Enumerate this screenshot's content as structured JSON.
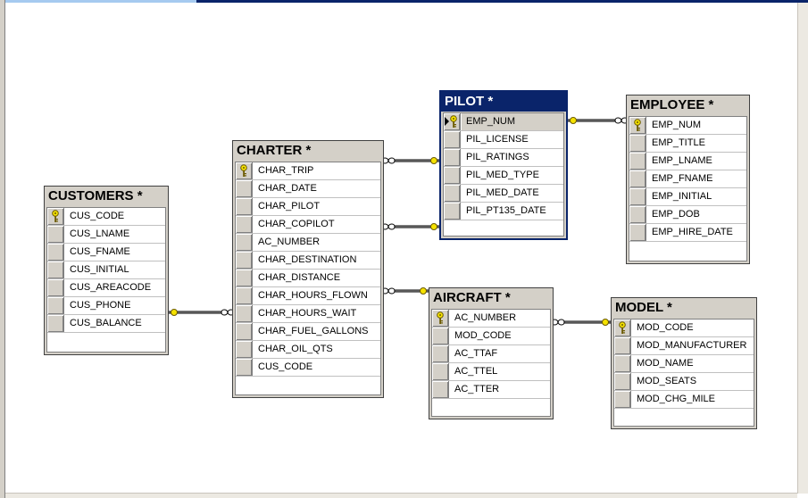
{
  "tables": {
    "customers": {
      "title": "CUSTOMERS *",
      "columns": [
        {
          "name": "CUS_CODE",
          "key": true
        },
        {
          "name": "CUS_LNAME"
        },
        {
          "name": "CUS_FNAME"
        },
        {
          "name": "CUS_INITIAL"
        },
        {
          "name": "CUS_AREACODE"
        },
        {
          "name": "CUS_PHONE"
        },
        {
          "name": "CUS_BALANCE"
        }
      ]
    },
    "charter": {
      "title": "CHARTER *",
      "columns": [
        {
          "name": "CHAR_TRIP",
          "key": true
        },
        {
          "name": "CHAR_DATE"
        },
        {
          "name": "CHAR_PILOT"
        },
        {
          "name": "CHAR_COPILOT"
        },
        {
          "name": "AC_NUMBER"
        },
        {
          "name": "CHAR_DESTINATION"
        },
        {
          "name": "CHAR_DISTANCE"
        },
        {
          "name": "CHAR_HOURS_FLOWN"
        },
        {
          "name": "CHAR_HOURS_WAIT"
        },
        {
          "name": "CHAR_FUEL_GALLONS"
        },
        {
          "name": "CHAR_OIL_QTS"
        },
        {
          "name": "CUS_CODE"
        }
      ]
    },
    "pilot": {
      "title": "PILOT *",
      "selected": true,
      "columns": [
        {
          "name": "EMP_NUM",
          "key": true,
          "current": true
        },
        {
          "name": "PIL_LICENSE"
        },
        {
          "name": "PIL_RATINGS"
        },
        {
          "name": "PIL_MED_TYPE"
        },
        {
          "name": "PIL_MED_DATE"
        },
        {
          "name": "PIL_PT135_DATE"
        }
      ]
    },
    "employee": {
      "title": "EMPLOYEE *",
      "columns": [
        {
          "name": "EMP_NUM",
          "key": true
        },
        {
          "name": "EMP_TITLE"
        },
        {
          "name": "EMP_LNAME"
        },
        {
          "name": "EMP_FNAME"
        },
        {
          "name": "EMP_INITIAL"
        },
        {
          "name": "EMP_DOB"
        },
        {
          "name": "EMP_HIRE_DATE"
        }
      ]
    },
    "aircraft": {
      "title": "AIRCRAFT *",
      "columns": [
        {
          "name": "AC_NUMBER",
          "key": true
        },
        {
          "name": "MOD_CODE"
        },
        {
          "name": "AC_TTAF"
        },
        {
          "name": "AC_TTEL"
        },
        {
          "name": "AC_TTER"
        }
      ]
    },
    "model": {
      "title": "MODEL *",
      "columns": [
        {
          "name": "MOD_CODE",
          "key": true
        },
        {
          "name": "MOD_MANUFACTURER"
        },
        {
          "name": "MOD_NAME"
        },
        {
          "name": "MOD_SEATS"
        },
        {
          "name": "MOD_CHG_MILE"
        }
      ]
    }
  },
  "colors": {
    "selected_title": "#0a246a",
    "key_icon": "#f5e200",
    "relationship": "#000000"
  },
  "icons": {
    "key": "primary-key-icon",
    "row_pointer": "current-row-arrow-icon",
    "one_end": "key-end-icon",
    "many_end": "infinity-end-icon"
  }
}
